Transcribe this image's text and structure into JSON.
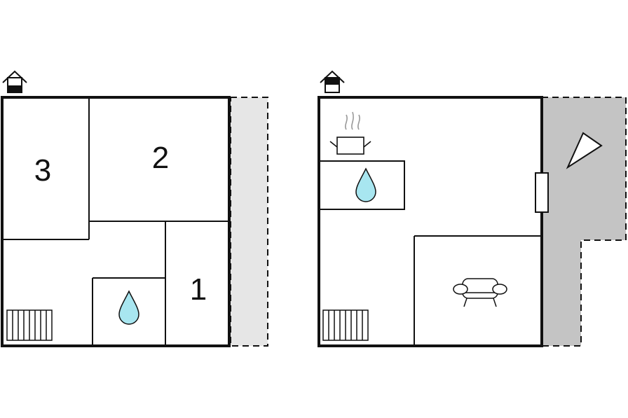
{
  "floor_plans": [
    {
      "floor_icon": "house-lower-floor-icon",
      "rooms": [
        {
          "label": "3",
          "kind": "bedroom"
        },
        {
          "label": "2",
          "kind": "bedroom"
        },
        {
          "label": "1",
          "kind": "bedroom"
        },
        {
          "label": "",
          "kind": "bathroom",
          "icon": "water-drop-icon"
        },
        {
          "label": "",
          "kind": "hallway",
          "icon": "radiator-icon"
        }
      ],
      "outdoor_area": "balcony"
    },
    {
      "floor_icon": "house-upper-floor-icon",
      "rooms": [
        {
          "label": "",
          "kind": "kitchen",
          "icon": "cooking-pot-icon"
        },
        {
          "label": "",
          "kind": "bathroom",
          "icon": "water-drop-icon"
        },
        {
          "label": "",
          "kind": "living-room",
          "icon": "sofa-icon"
        },
        {
          "label": "",
          "kind": "hallway",
          "icon": "radiator-icon"
        }
      ],
      "outdoor_area": "terrace",
      "outdoor_icon": "triangle-icon"
    }
  ],
  "colors": {
    "wall": "#111111",
    "water": "#a8e6f0",
    "balcony": "#e6e6e6",
    "terrace": "#c4c4c4"
  }
}
